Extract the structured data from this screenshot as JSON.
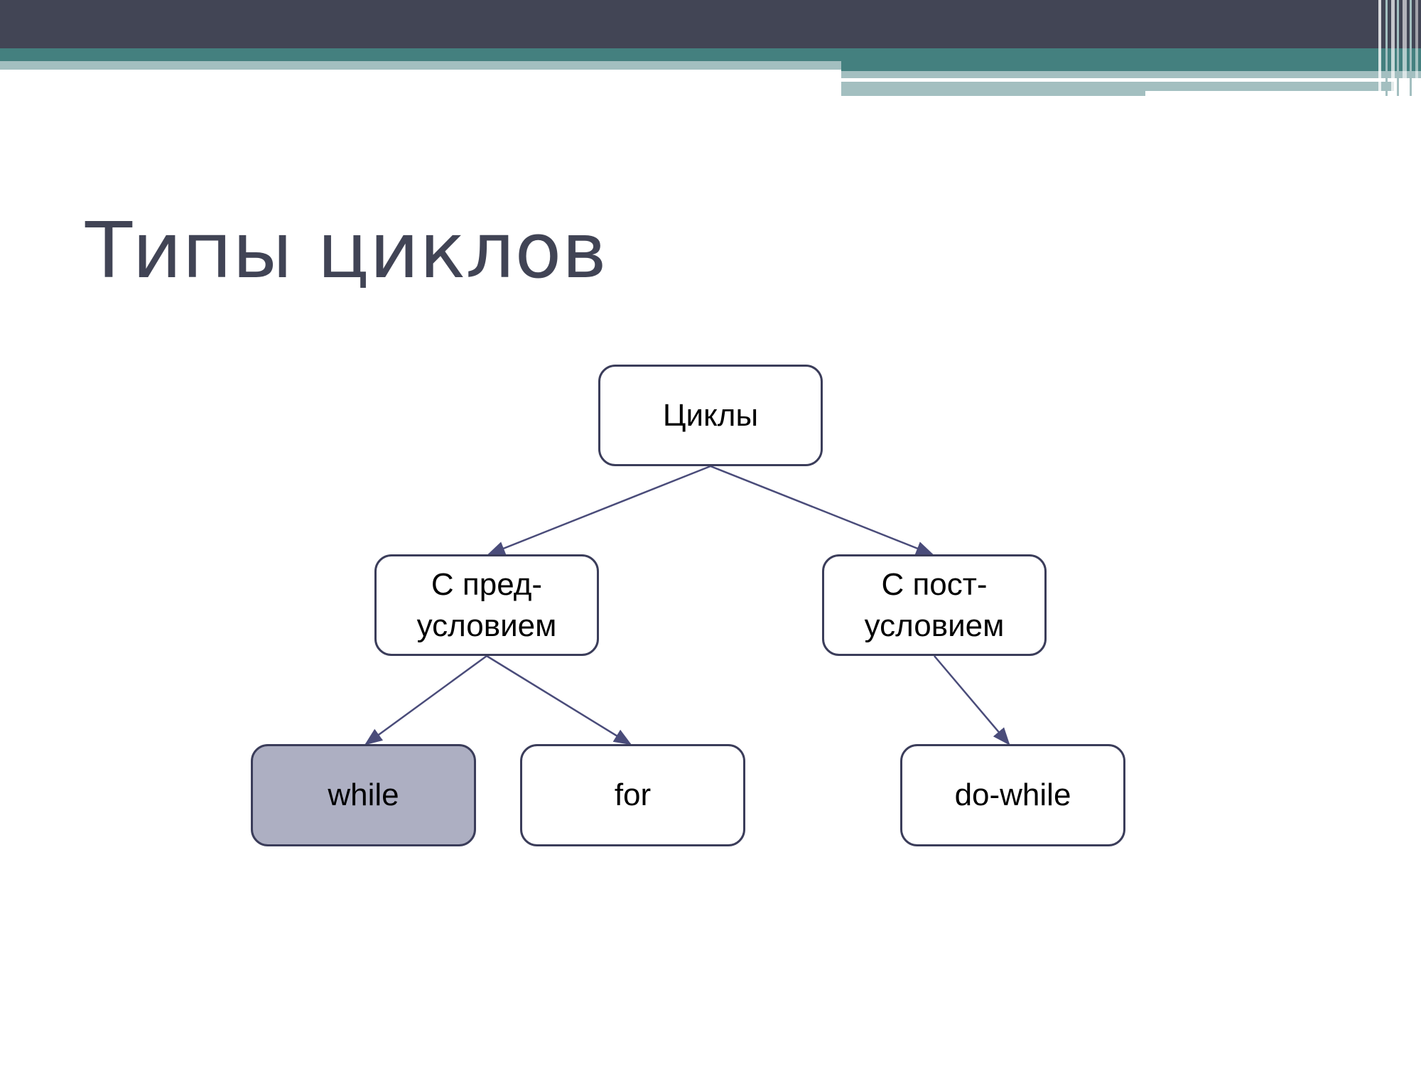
{
  "slide": {
    "title": "Типы циклов"
  },
  "colors": {
    "banner_dark": "#424555",
    "banner_teal": "#44807f",
    "banner_light": "#a3bfc0",
    "node_border": "#3b3d5a",
    "node_highlight": "#adafc2",
    "connector": "#4a4c7a",
    "title_text": "#414455"
  },
  "diagram": {
    "nodes": {
      "root": {
        "label": "Циклы"
      },
      "pre": {
        "label": "С пред-\nусловием"
      },
      "post": {
        "label": "С пост-\nусловием"
      },
      "while": {
        "label": "while",
        "highlighted": true
      },
      "for": {
        "label": "for"
      },
      "dowhile": {
        "label": "do-while"
      }
    },
    "edges": [
      {
        "from": "root",
        "to": "pre"
      },
      {
        "from": "root",
        "to": "post"
      },
      {
        "from": "pre",
        "to": "while"
      },
      {
        "from": "pre",
        "to": "for"
      },
      {
        "from": "post",
        "to": "dowhile"
      }
    ]
  }
}
